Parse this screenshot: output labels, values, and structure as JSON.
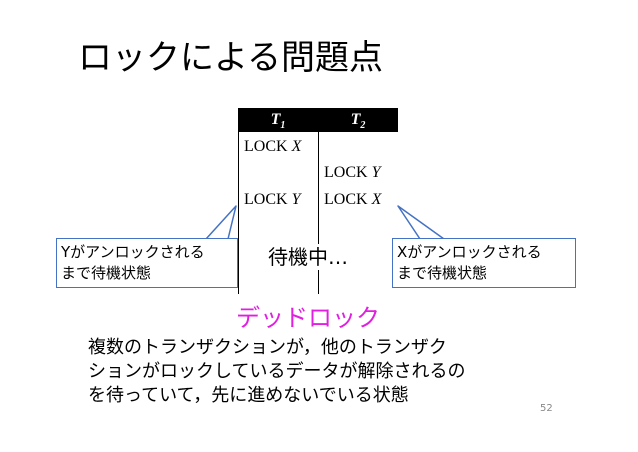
{
  "slide": {
    "title": "ロックによる問題点",
    "table": {
      "headers": [
        {
          "var": "T",
          "sub": "1"
        },
        {
          "var": "T",
          "sub": "2"
        }
      ],
      "rows": [
        {
          "t1_op": "LOCK",
          "t1_item": "X",
          "t2_op": "",
          "t2_item": ""
        },
        {
          "t1_op": "",
          "t1_item": "",
          "t2_op": "LOCK",
          "t2_item": "Y"
        },
        {
          "t1_op": "LOCK",
          "t1_item": "Y",
          "t2_op": "LOCK",
          "t2_item": "X"
        }
      ]
    },
    "waiting_label": "待機中…",
    "callout_left": {
      "line1": "Yがアンロックされる",
      "line2": "まで待機状態"
    },
    "callout_right": {
      "line1": "Xがアンロックされる",
      "line2": "まで待機状態"
    },
    "deadlock_label": "デッドロック",
    "description": [
      "複数のトランザクションが，他のトランザク",
      "ションがロックしているデータが解除されるの",
      "を待っていて，先に進めないでいる状態"
    ],
    "page_number": "52",
    "colors": {
      "accent": "#e01fe0",
      "callout_border": "#4472c4",
      "header_bg": "#000000"
    }
  }
}
